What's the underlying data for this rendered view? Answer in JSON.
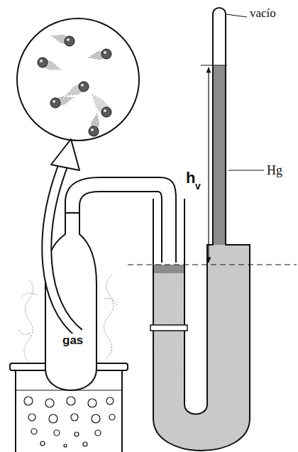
{
  "diagram": {
    "labels": [
      "vacío",
      "Hg",
      "h",
      "v",
      "gas"
    ]
  }
}
